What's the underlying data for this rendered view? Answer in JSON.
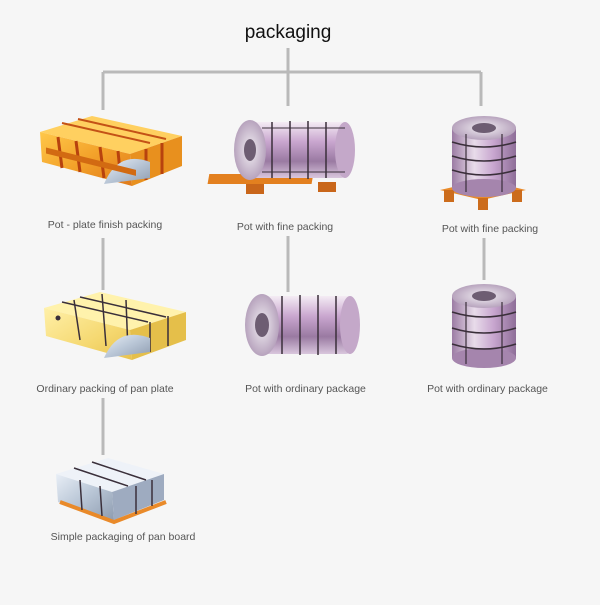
{
  "title": "packaging",
  "colors": {
    "line": "#b9b9b9",
    "crate_orange": "#f2a72c",
    "crate_yellow": "#f6dc7a",
    "coil_purple": "#c8a4cc",
    "band_dark": "#3a2f3a",
    "pallet_orange": "#e98a2a"
  },
  "nodes": [
    {
      "id": "n1",
      "label": "Pot - plate finish packing",
      "icon": "orange-crated-sheet-icon"
    },
    {
      "id": "n2",
      "label": "Pot with fine packing",
      "icon": "horizontal-coil-on-skid-icon"
    },
    {
      "id": "n3",
      "label": "Pot with fine packing",
      "icon": "vertical-coil-on-pallet-icon"
    },
    {
      "id": "n4",
      "label": "Ordinary packing of pan plate",
      "icon": "yellow-crated-sheet-icon"
    },
    {
      "id": "n5",
      "label": "Pot with ordinary package",
      "icon": "horizontal-coil-banded-icon"
    },
    {
      "id": "n6",
      "label": "Pot with ordinary package",
      "icon": "vertical-coil-banded-icon"
    },
    {
      "id": "n7",
      "label": "Simple packaging of pan board",
      "icon": "simple-sheet-bundle-icon"
    }
  ]
}
